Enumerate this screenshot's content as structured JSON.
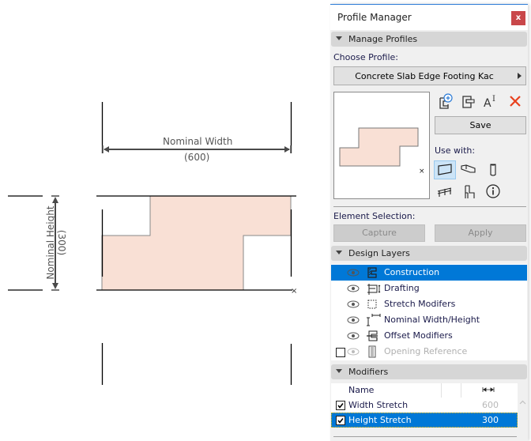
{
  "drawing": {
    "nominal_width_label": "Nominal Width",
    "nominal_width_value": "(600)",
    "nominal_height_label": "Nominal Height",
    "nominal_height_value": "(300)",
    "fill_color": "#f9e0d5"
  },
  "panel": {
    "title": "Profile Manager",
    "close_label": "x",
    "manage_profiles": {
      "header": "Manage Profiles",
      "choose_label": "Choose Profile:",
      "selected_profile": "Concrete Slab Edge Footing Kac",
      "save_label": "Save",
      "use_with_label": "Use with:",
      "use_with_items": [
        "wall",
        "beam",
        "column",
        "railing",
        "object",
        "info"
      ]
    },
    "element_selection": {
      "label": "Element Selection:",
      "capture_label": "Capture",
      "apply_label": "Apply"
    },
    "design_layers": {
      "header": "Design Layers",
      "items": [
        {
          "label": "Construction",
          "selected": true,
          "enabled": true
        },
        {
          "label": "Drafting",
          "selected": false,
          "enabled": true
        },
        {
          "label": "Stretch Modifers",
          "selected": false,
          "enabled": true
        },
        {
          "label": "Nominal Width/Height",
          "selected": false,
          "enabled": true
        },
        {
          "label": "Offset Modifiers",
          "selected": false,
          "enabled": true
        },
        {
          "label": "Opening Reference",
          "selected": false,
          "enabled": false
        }
      ]
    },
    "modifiers": {
      "header": "Modifiers",
      "column_name": "Name",
      "rows": [
        {
          "name": "Width Stretch",
          "value": "600",
          "checked": true,
          "selected": false
        },
        {
          "name": "Height Stretch",
          "value": "300",
          "checked": true,
          "selected": true
        }
      ]
    },
    "colors": {
      "accent": "#0078d7",
      "close": "#c9474a",
      "delete": "#e8411e"
    }
  }
}
